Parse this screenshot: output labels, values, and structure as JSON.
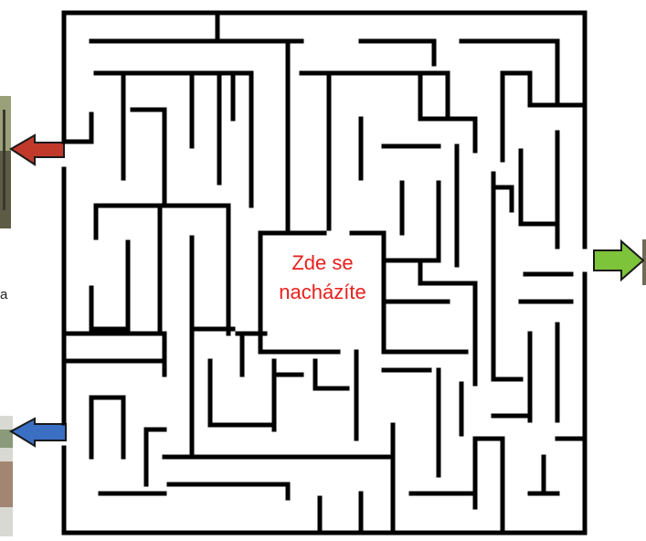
{
  "maze": {
    "label_line1": "Zde se",
    "label_line2": "nacházíte",
    "label_color": "#e8211d",
    "wall_color": "#000000",
    "background_color": "#ffffff"
  },
  "side_text": "a",
  "exits": [
    {
      "name": "exit-arrow-red",
      "direction": "left",
      "color": "#c0392b",
      "icon": "left-arrow-icon"
    },
    {
      "name": "exit-arrow-blue",
      "direction": "left",
      "color": "#3a6fc4",
      "icon": "left-arrow-icon"
    },
    {
      "name": "exit-arrow-green",
      "direction": "right",
      "color": "#7dc43a",
      "icon": "right-arrow-icon"
    }
  ],
  "photos": [
    {
      "name": "top-left-photo",
      "icon": "tree-photo"
    },
    {
      "name": "bottom-left-photo",
      "icon": "house-photo"
    },
    {
      "name": "right-edge-photo",
      "icon": "photo"
    }
  ]
}
